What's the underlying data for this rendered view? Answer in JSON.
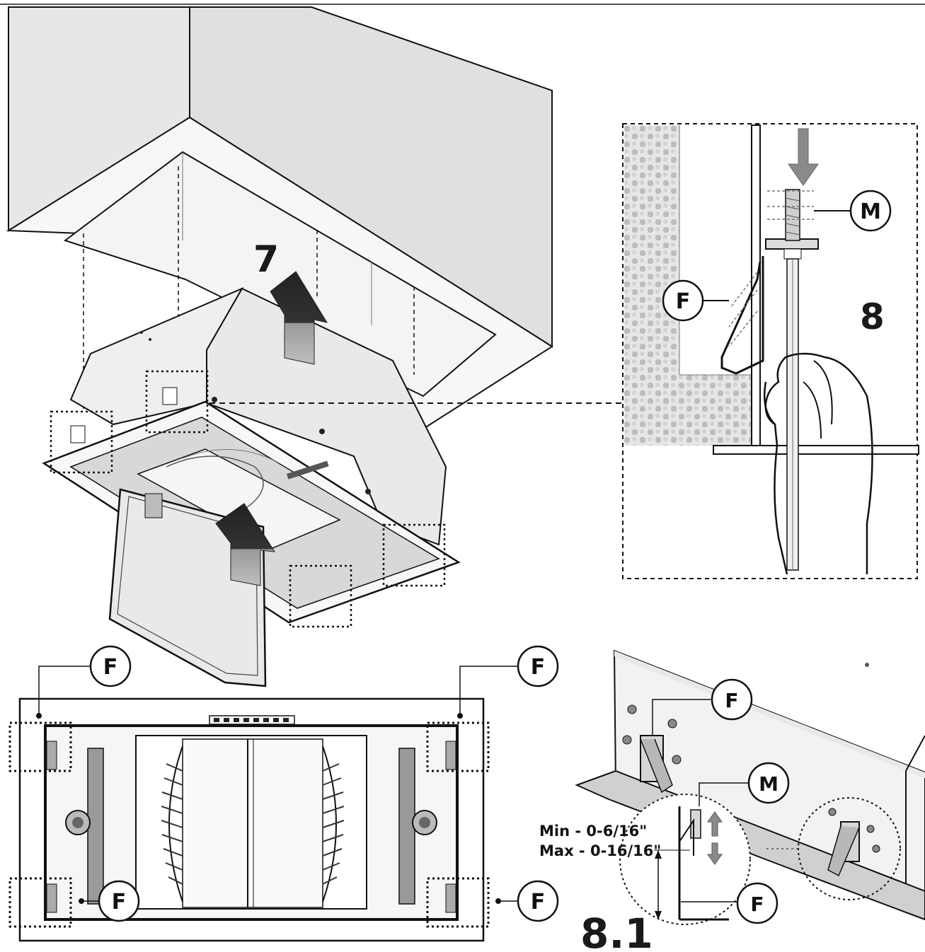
{
  "steps": {
    "step7": "7",
    "step8": "8",
    "step81": "8.1"
  },
  "callouts": {
    "F": "F",
    "M": "M"
  },
  "dimensions": {
    "min": "Min  - 0-6/16\"",
    "max": "Max - 0-16/16\""
  },
  "colors": {
    "line": "#111111",
    "fill_light": "#f2f2f2",
    "fill_mid": "#d4d4d4",
    "fill_dark": "#8a8a8a",
    "arrow": "#2a2a2a",
    "arrow_gray": "#7a7a7a",
    "pattern": "#c8c8c8"
  },
  "icons": [
    "up-arrow-icon",
    "down-arrow-icon",
    "double-arrow-icon",
    "hand-icon"
  ]
}
